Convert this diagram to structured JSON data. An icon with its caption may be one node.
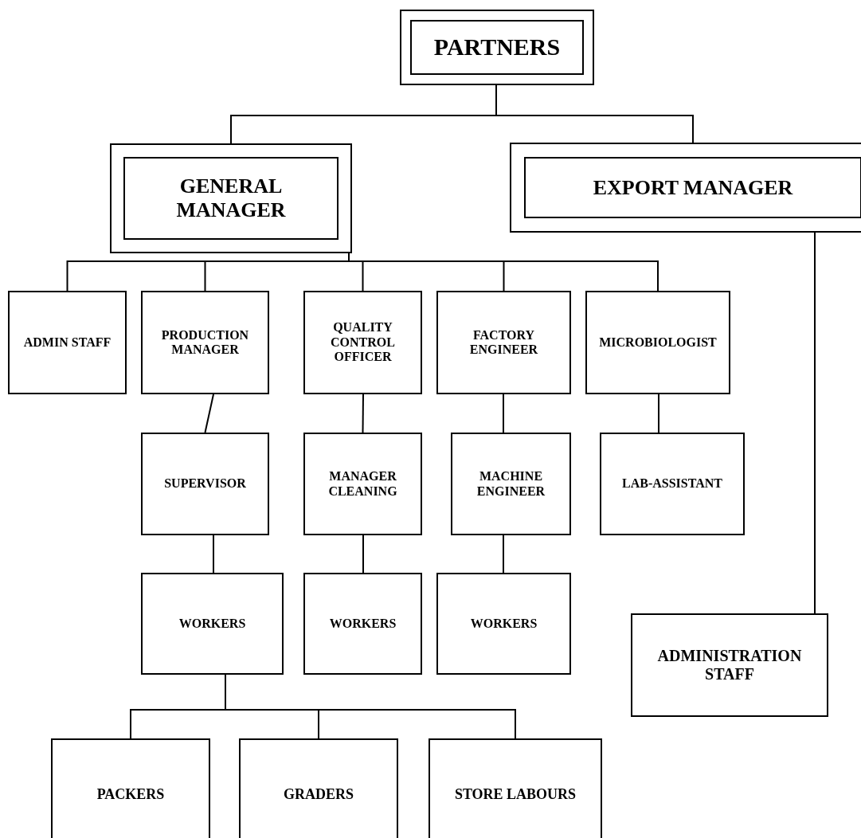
{
  "diagram": {
    "nodes": [
      {
        "text": [
          "PARTNERS"
        ]
      },
      {
        "text": [
          "GENERAL MANAGER"
        ]
      },
      {
        "text": [
          "EXPORT MANAGER"
        ]
      },
      {
        "text": [
          "ADMIN STAFF"
        ]
      },
      {
        "text": [
          "PRODUCTION MANAGER"
        ]
      },
      {
        "text": [
          "QUALITY CONTROL OFFICER"
        ]
      },
      {
        "text": [
          "FACTORY ENGINEER"
        ]
      },
      {
        "text": [
          "MICROBIOLOGIST"
        ]
      },
      {
        "text": [
          "SUPERVISOR"
        ]
      },
      {
        "text": [
          "MANAGER CLEANING"
        ]
      },
      {
        "text": [
          "MACHINE ENGINEER"
        ]
      },
      {
        "text": [
          "LAB-ASSISTANT"
        ]
      },
      {
        "text": [
          "WORKERS"
        ]
      },
      {
        "text": [
          "WORKERS"
        ]
      },
      {
        "text": [
          "WORKERS"
        ]
      },
      {
        "text": [
          "ADMINISTRATION STAFF"
        ]
      },
      {
        "text": [
          "PACKERS"
        ]
      },
      {
        "text": [
          "GRADERS"
        ]
      },
      {
        "text": [
          "STORE LABOURS"
        ]
      }
    ],
    "edges": [
      {
        "from": 0,
        "to": 1,
        "arrow": "none"
      },
      {
        "from": 0,
        "to": 2,
        "arrow": "none"
      },
      {
        "from": 1,
        "to": 3,
        "arrow": "none"
      },
      {
        "from": 1,
        "to": 4,
        "arrow": "none"
      },
      {
        "from": 1,
        "to": 5,
        "arrow": "none"
      },
      {
        "from": 1,
        "to": 6,
        "arrow": "none"
      },
      {
        "from": 1,
        "to": 7,
        "arrow": "none"
      },
      {
        "from": 4,
        "to": 8,
        "arrow": "none"
      },
      {
        "from": 5,
        "to": 9,
        "arrow": "none"
      },
      {
        "from": 6,
        "to": 10,
        "arrow": "none"
      },
      {
        "from": 7,
        "to": 11,
        "arrow": "none"
      },
      {
        "from": 8,
        "to": 12,
        "arrow": "none"
      },
      {
        "from": 9,
        "to": 13,
        "arrow": "none"
      },
      {
        "from": 10,
        "to": 14,
        "arrow": "none"
      },
      {
        "from": 2,
        "to": 15,
        "arrow": "none"
      },
      {
        "from": 12,
        "to": 16,
        "arrow": "none"
      },
      {
        "from": 12,
        "to": 17,
        "arrow": "none"
      },
      {
        "from": 12,
        "to": 18,
        "arrow": "none"
      }
    ]
  }
}
